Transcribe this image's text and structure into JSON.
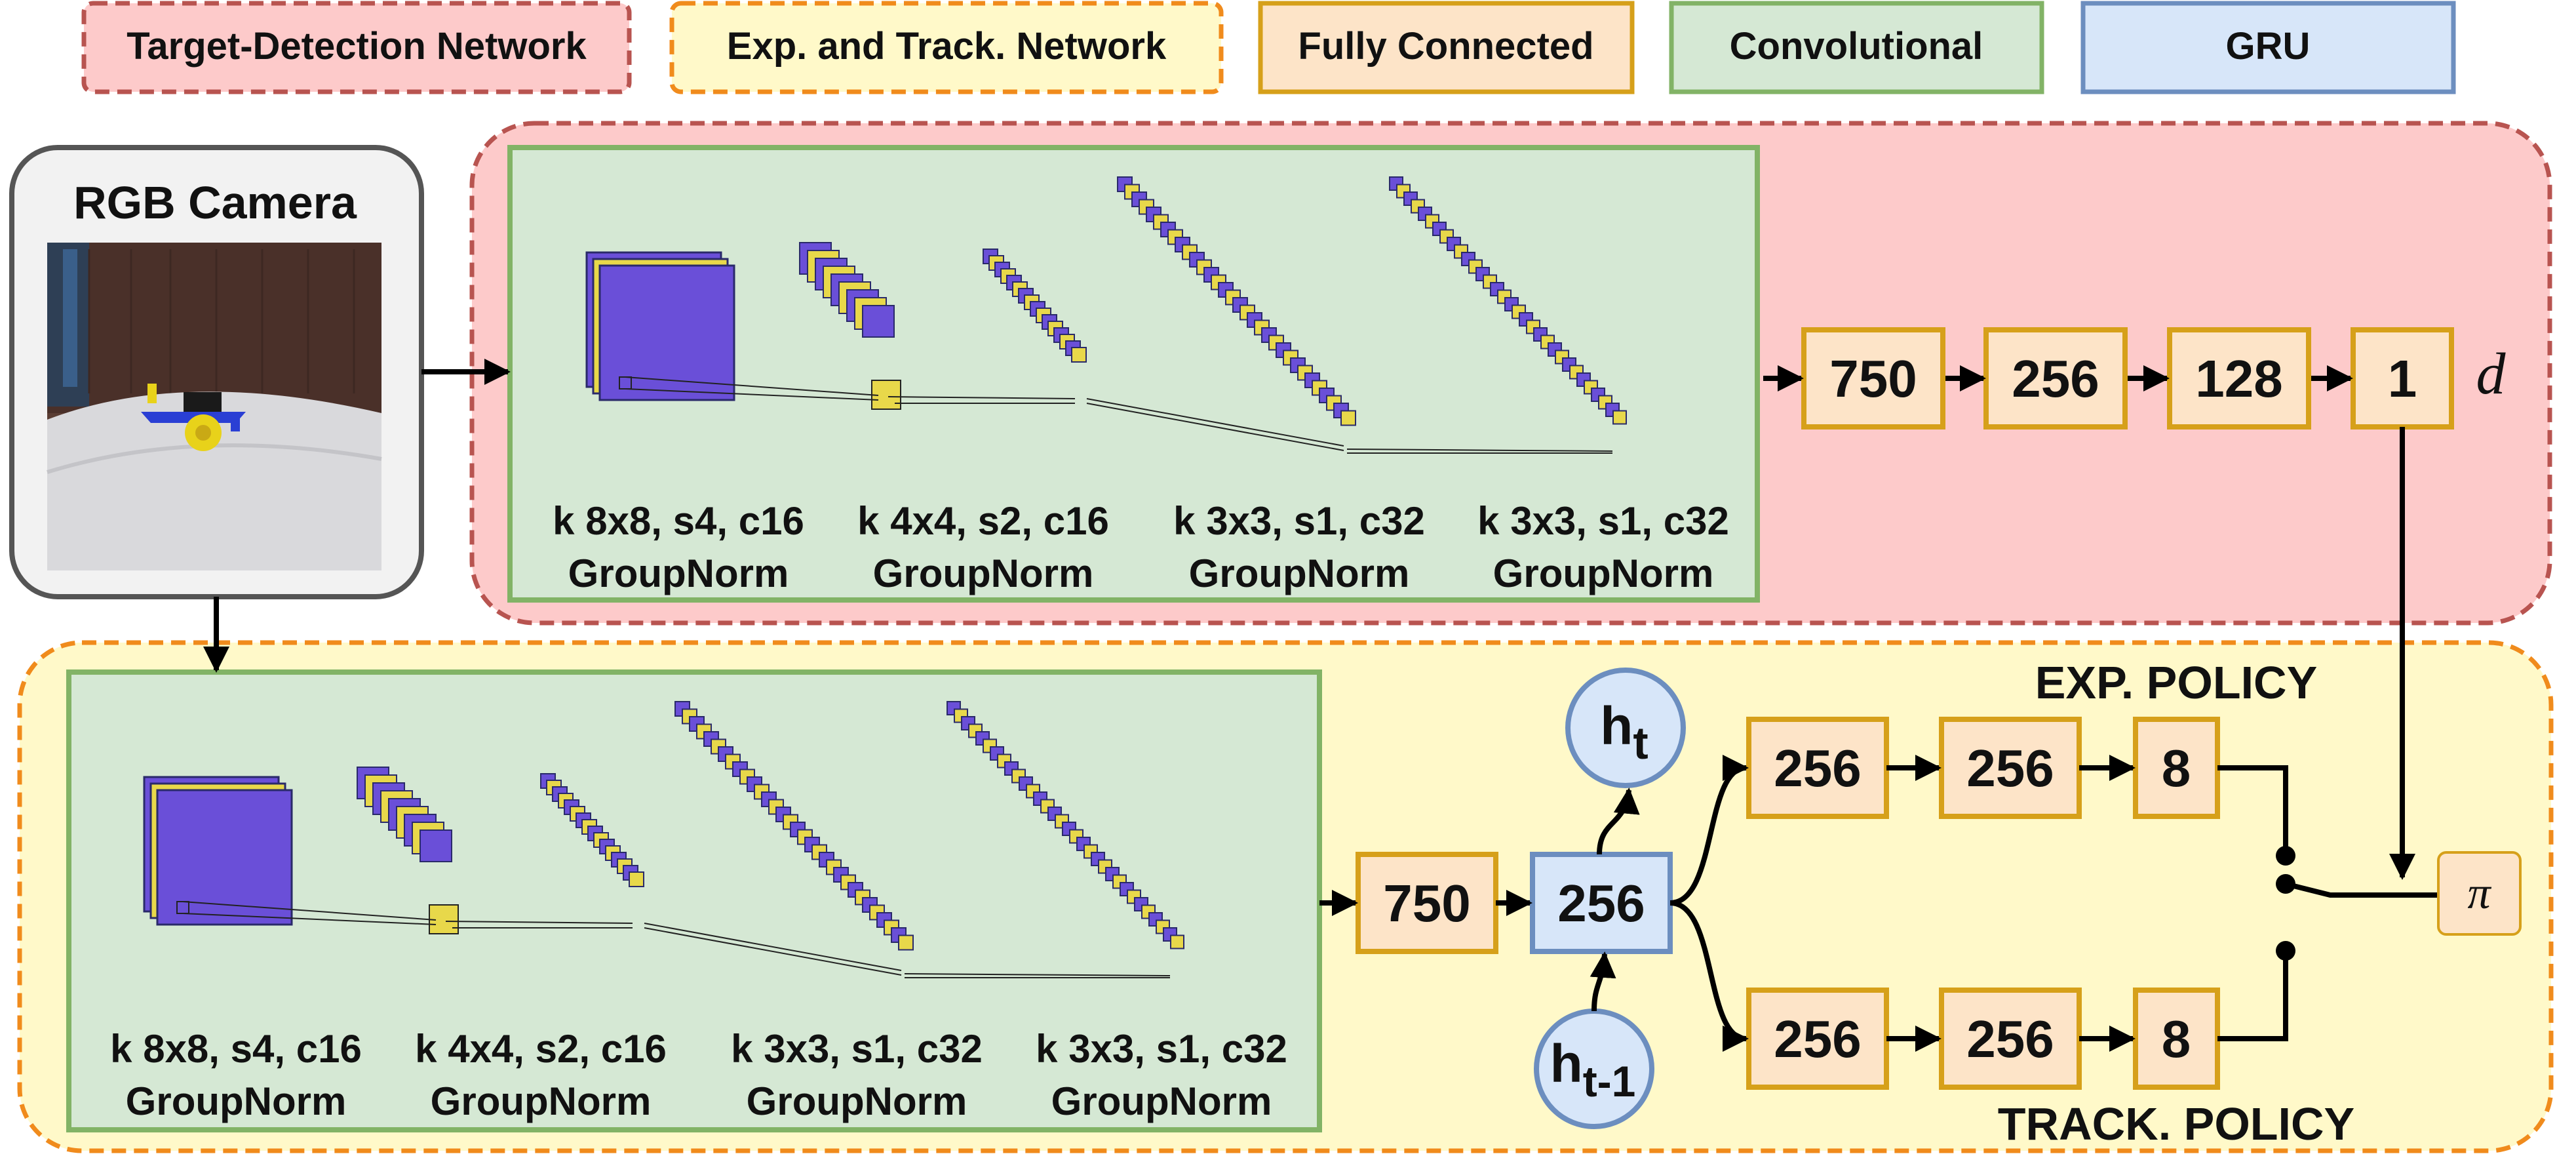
{
  "legend": {
    "target_detection": "Target-Detection Network",
    "exp_track": "Exp. and Track. Network",
    "fully_connected": "Fully Connected",
    "convolutional": "Convolutional",
    "gru": "GRU"
  },
  "camera": {
    "title": "RGB Camera"
  },
  "target_net": {
    "conv_labels": [
      {
        "kernel": "k 8x8, s4, c16",
        "norm": "GroupNorm"
      },
      {
        "kernel": "k 4x4, s2, c16",
        "norm": "GroupNorm"
      },
      {
        "kernel": "k 3x3, s1, c32",
        "norm": "GroupNorm"
      },
      {
        "kernel": "k 3x3, s1, c32",
        "norm": "GroupNorm"
      }
    ],
    "fc": [
      "750",
      "256",
      "128",
      "1"
    ],
    "output": "d"
  },
  "exp_track_net": {
    "conv_labels": [
      {
        "kernel": "k 8x8, s4, c16",
        "norm": "GroupNorm"
      },
      {
        "kernel": "k 4x4, s2, c16",
        "norm": "GroupNorm"
      },
      {
        "kernel": "k 3x3, s1, c32",
        "norm": "GroupNorm"
      },
      {
        "kernel": "k 3x3, s1, c32",
        "norm": "GroupNorm"
      }
    ],
    "fc_in": "750",
    "gru": "256",
    "h_t": {
      "base": "h",
      "sub": "t"
    },
    "h_prev": {
      "base": "h",
      "sub": "t-1"
    },
    "exp_policy": {
      "title": "EXP. POLICY",
      "fc": [
        "256",
        "256",
        "8"
      ]
    },
    "track_policy": {
      "title": "TRACK. POLICY",
      "fc": [
        "256",
        "256",
        "8"
      ]
    },
    "output": "π"
  },
  "colors": {
    "target_fill": "#fdcaca",
    "target_border": "#b85450",
    "exp_fill": "#fff9c9",
    "exp_border": "#f08b1c",
    "fc_fill": "#fde4c8",
    "fc_border": "#d6a01a",
    "conv_fill": "#d5e8d4",
    "conv_border": "#82b366",
    "gru_fill": "#d7e6f9",
    "gru_border": "#6c8ebf",
    "fmap_purple": "#6a4fd8",
    "fmap_yellow": "#e8d84a"
  }
}
